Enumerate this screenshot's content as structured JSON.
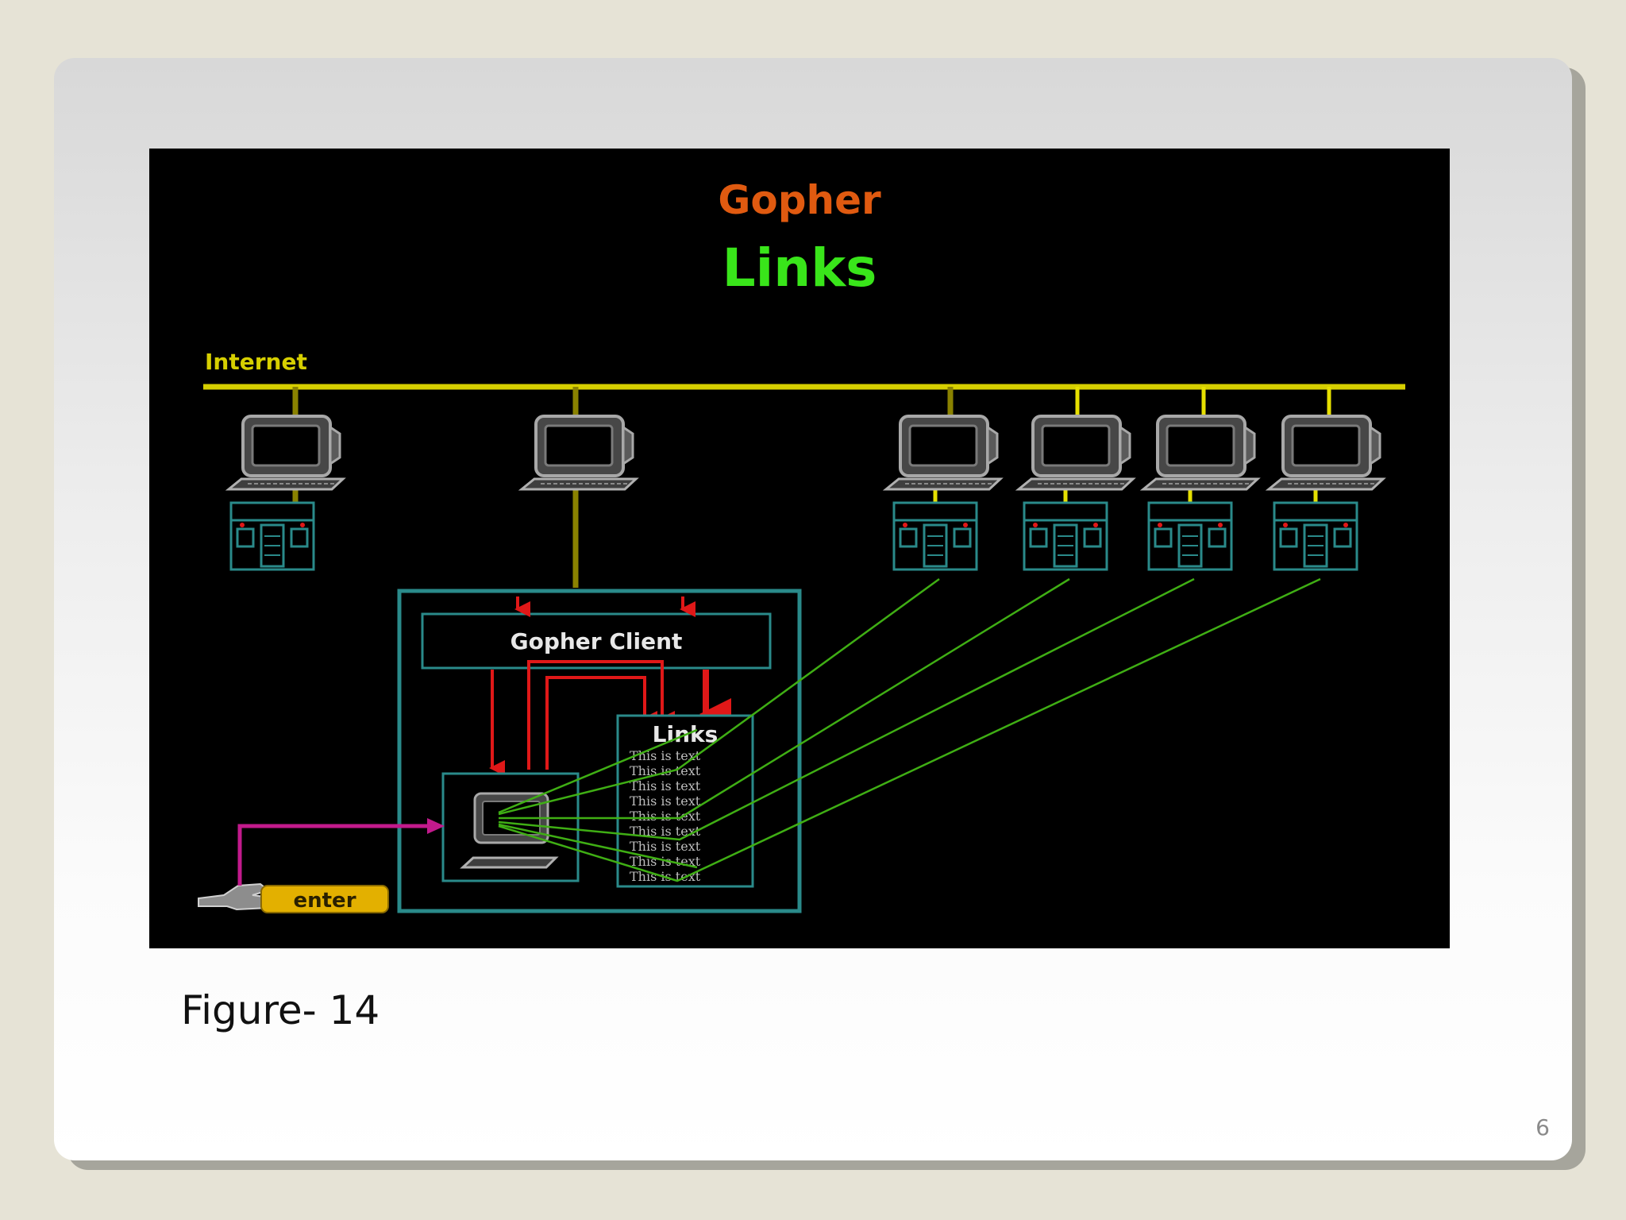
{
  "diagram": {
    "title": "Gopher",
    "subtitle": "Links",
    "network_label": "Internet",
    "client_label": "Gopher Client",
    "links_panel_title": "Links",
    "links_rows": [
      "This is text",
      "This is text",
      "This is text",
      "This is text",
      "This is text",
      "This is text",
      "This is text",
      "This is text",
      "This is text"
    ],
    "enter_key_label": "enter",
    "colors": {
      "title": "#e05a10",
      "subtitle": "#39e51a",
      "network": "#d6cf00",
      "frame": "#2a8a8a",
      "arrows": "#e01818",
      "link_lines": "#3fae14",
      "input_arrow": "#c21a8c",
      "enter_key": "#e3b000"
    }
  },
  "caption": "Figure- 14",
  "page_number": "6"
}
